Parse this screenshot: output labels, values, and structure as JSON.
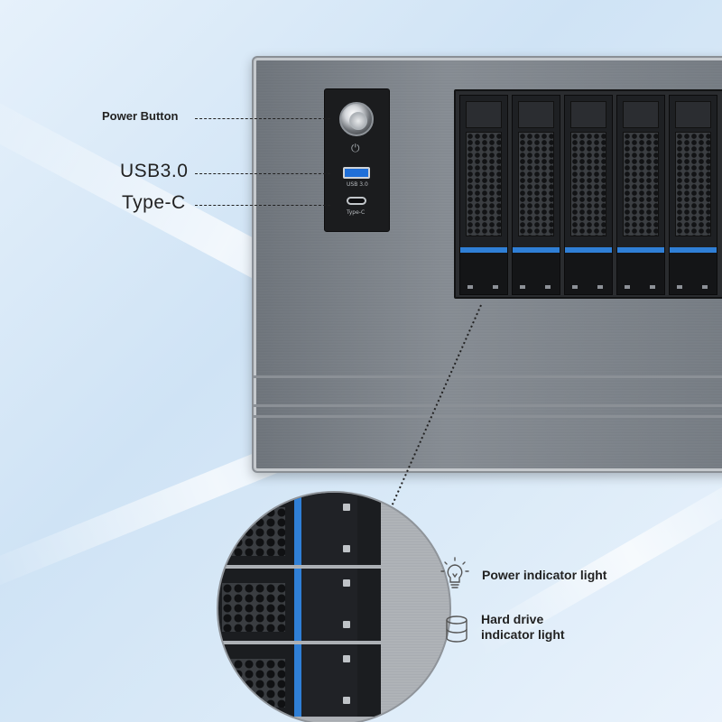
{
  "labels": {
    "power_button": "Power Button",
    "usb": "USB3.0",
    "typec": "Type-C",
    "power_indicator": "Power indicator light",
    "hdd_indicator_line1": "Hard drive",
    "hdd_indicator_line2": "indicator light"
  },
  "panel": {
    "usb_port_label": "USB 3.0",
    "typec_port_label": "Type-C",
    "power_symbol": "⏻"
  },
  "colors": {
    "accent_blue": "#2f7fd6",
    "chassis": "#b0b4b9",
    "background": "#dcebf8"
  },
  "icons": {
    "power_indicator": "lightbulb-icon",
    "hdd_indicator": "database-icon"
  }
}
